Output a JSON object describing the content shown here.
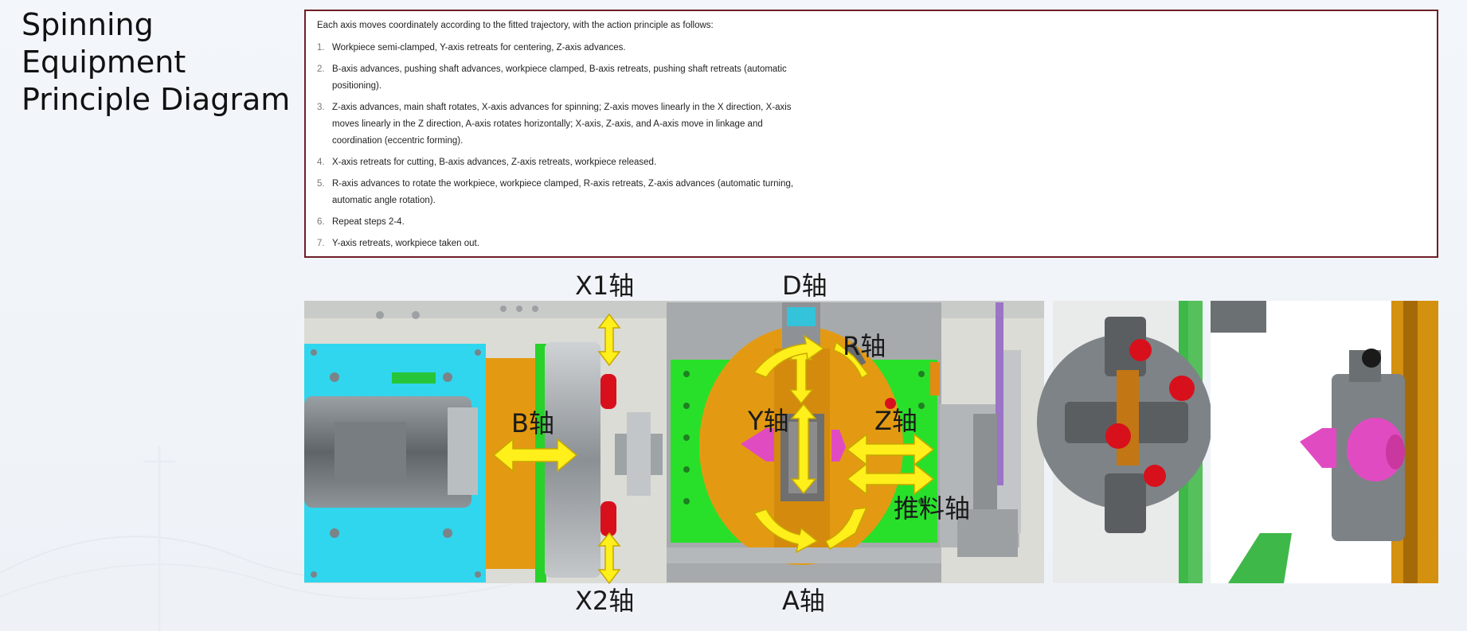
{
  "page": {
    "title_line1": "Spinning Equipment",
    "title_line2": "Principle Diagram"
  },
  "steps": {
    "intro": "Each axis moves coordinately according to the fitted trajectory, with the action principle as follows:",
    "items": [
      {
        "num": "1.",
        "text": "Workpiece semi-clamped, Y-axis retreats for centering, Z-axis advances."
      },
      {
        "num": "2.",
        "text": "B-axis advances, pushing shaft advances, workpiece clamped, B-axis retreats, pushing shaft retreats (automatic positioning)."
      },
      {
        "num": "3.",
        "text": "Z-axis advances, main shaft rotates, X-axis advances for spinning; Z-axis moves linearly in the X direction, X-axis moves linearly in the Z direction, A-axis rotates horizontally; X-axis, Z-axis, and A-axis move in linkage and coordination (eccentric forming)."
      },
      {
        "num": "4.",
        "text": "X-axis retreats for cutting, B-axis advances, Z-axis retreats, workpiece released."
      },
      {
        "num": "5.",
        "text": "R-axis advances to rotate the workpiece, workpiece clamped, R-axis retreats, Z-axis advances (automatic turning, automatic angle rotation)."
      },
      {
        "num": "6.",
        "text": "Repeat steps 2-4."
      },
      {
        "num": "7.",
        "text": "Y-axis retreats, workpiece taken out."
      }
    ]
  },
  "diagram": {
    "labels": {
      "x1": "X1轴",
      "x2": "X2轴",
      "d": "D轴",
      "a": "A轴",
      "r": "R轴",
      "b": "B轴",
      "y": "Y轴",
      "z": "Z轴",
      "push": "推料轴"
    },
    "colors": {
      "arrow": "#ffef1a",
      "motor_plate": "#2fd6ee",
      "orange": "#e39a12",
      "green": "#28e02a",
      "magenta": "#e14bc2",
      "red": "#d8101c",
      "steel": "#8e9296"
    }
  }
}
